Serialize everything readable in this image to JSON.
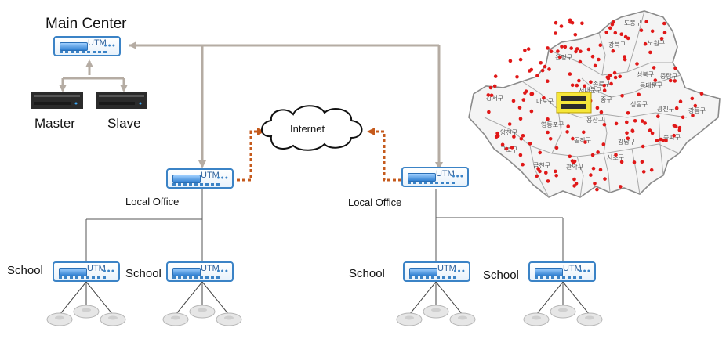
{
  "main_center": {
    "label": "Main Center",
    "device": "UTM"
  },
  "servers": {
    "master": "Master",
    "slave": "Slave"
  },
  "internet": {
    "label": "Internet"
  },
  "local_offices": [
    {
      "label": "Local Office",
      "device": "UTM"
    },
    {
      "label": "Local Office",
      "device": "UTM"
    }
  ],
  "schools": [
    {
      "label": "School",
      "device": "UTM"
    },
    {
      "label": "School",
      "device": "UTM"
    },
    {
      "label": "School",
      "device": "UTM"
    },
    {
      "label": "School",
      "device": "UTM"
    }
  ],
  "map": {
    "districts": [
      "도봉구",
      "강북구",
      "노원구",
      "은평구",
      "성북구",
      "중랑구",
      "서대문구",
      "종로구",
      "동대문구",
      "강서구",
      "마포구",
      "중구",
      "성동구",
      "광진구",
      "강동구",
      "양천구",
      "영등포구",
      "용산구",
      "송파구",
      "구로구",
      "동작구",
      "강남구",
      "금천구",
      "관악구",
      "서초구"
    ],
    "marker_color": "#e01818",
    "district_color": "#f4f4f4"
  },
  "colors": {
    "link": "#b5aca3",
    "internet_link": "#c55a1c",
    "utm_border": "#3b83c6"
  }
}
